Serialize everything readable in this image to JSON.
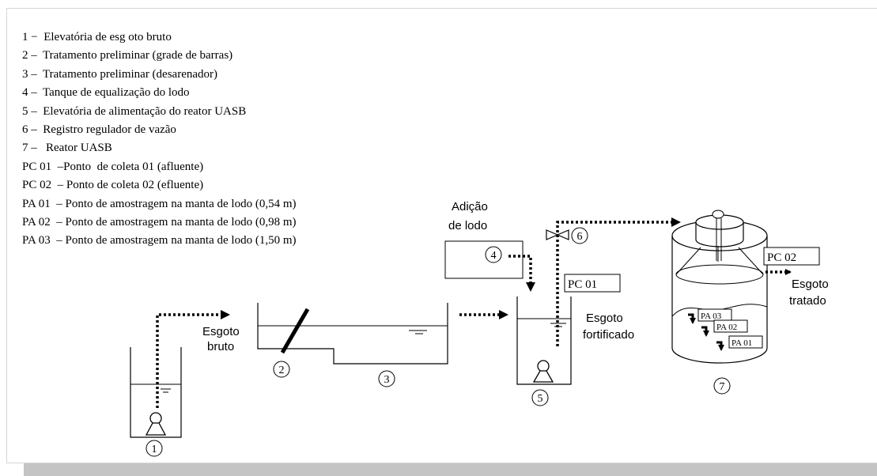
{
  "legend": [
    "1 −  Elevatória de esg oto bruto",
    "2 –  Tratamento preliminar (grade de barras)",
    "3 –  Tratamento preliminar (desarenador)",
    "4 –  Tanque de equalização do lodo",
    "5 –  Elevatória de alimentação do reator UASB",
    "6 –  Registro regulador de vazão",
    "7 –   Reator UASB",
    "PC 01  –Ponto  de coleta 01 (afluente)",
    "PC 02  – Ponto de coleta 02 (efluente)",
    "PA 01  – Ponto de amostragem na manta de lodo (0,54 m)",
    "PA 02  – Ponto de amostragem na manta de lodo (0,98 m)",
    "PA 03  – Ponto de amostragem na manta de lodo (1,50 m)"
  ],
  "labels": {
    "esgoto_bruto_1": "Esgoto",
    "esgoto_bruto_2": "bruto",
    "adicao_1": "Adição",
    "adicao_2": "de lodo",
    "esgoto_fortificado_1": "Esgoto",
    "esgoto_fortificado_2": "fortificado",
    "esgoto_tratado_1": "Esgoto",
    "esgoto_tratado_2": "tratado"
  },
  "units": {
    "u1": "1",
    "u2": "2",
    "u3": "3",
    "u4": "4",
    "u5": "5",
    "u6": "6",
    "u7": "7"
  },
  "points": {
    "pc01": "PC 01",
    "pc02": "PC 02",
    "pa01": "PA 01",
    "pa02": "PA 02",
    "pa03": "PA 03"
  },
  "colors": {
    "stroke": "#000000",
    "background": "#ffffff",
    "frame_border": "#d6d6d6",
    "shadow": "#c4c4c4"
  }
}
